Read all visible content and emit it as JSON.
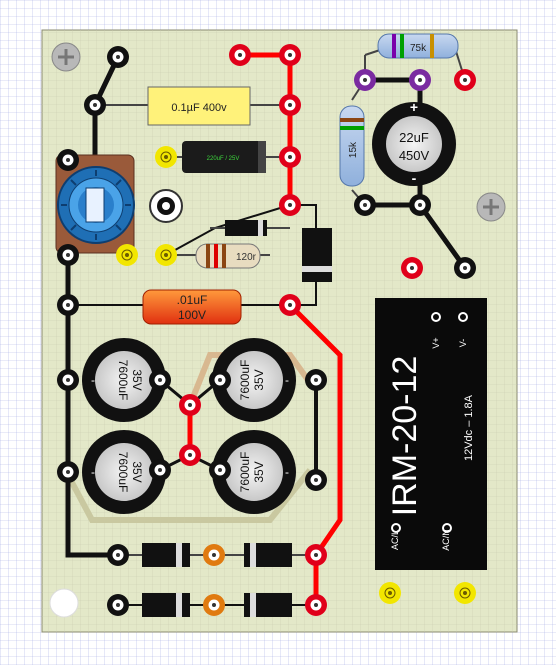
{
  "board": {
    "background_color": "#ffffff",
    "grid_color": "#9aa0e0",
    "board_color": "#e3e8c8"
  },
  "components": {
    "cap_film_400v": {
      "label": "0.1µF 400v"
    },
    "cap_electrolytic_small": {
      "label": "220uF / 25V"
    },
    "resistor_75k": {
      "label": "75k"
    },
    "resistor_15k": {
      "label": "15k"
    },
    "cap_main": {
      "value": "22uF",
      "voltage": "450V"
    },
    "resistor_120r": {
      "label": "120r"
    },
    "cap_film_100v": {
      "value": ".01uF",
      "voltage": "100V"
    },
    "filter_caps": [
      {
        "value": "7600uF",
        "voltage": "35V"
      },
      {
        "value": "7600uF",
        "voltage": "35V"
      },
      {
        "value": "7600uF",
        "voltage": "35V"
      },
      {
        "value": "7600uF",
        "voltage": "35V"
      }
    ],
    "psu_module": {
      "name": "IRM-20-12",
      "rating": "12Vdc – 1.8A",
      "pin_vplus": "V+",
      "pin_vminus": "V-",
      "pin_acl": "AC/L",
      "pin_acn": "AC/N"
    }
  },
  "polarity": {
    "plus": "+",
    "minus": "-"
  }
}
